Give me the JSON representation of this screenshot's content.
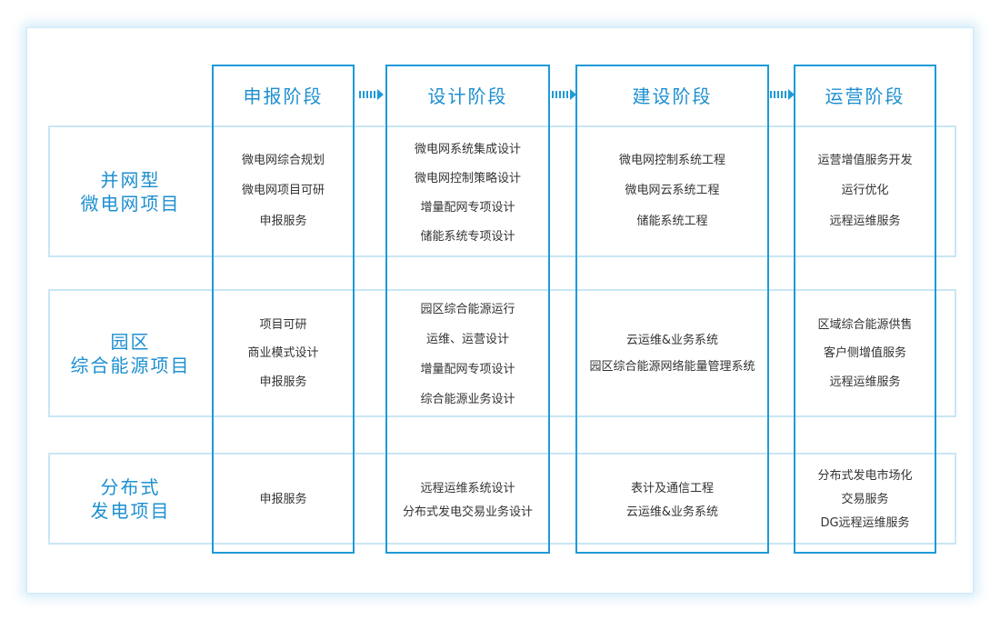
{
  "colors": {
    "accent": "#1e9ad8",
    "label_text": "#1d8fd0",
    "band_border": "#c9e6f4",
    "body_text": "#333333"
  },
  "stages": [
    {
      "title": "申报阶段"
    },
    {
      "title": "设计阶段"
    },
    {
      "title": "建设阶段"
    },
    {
      "title": "运营阶段"
    }
  ],
  "rows": [
    {
      "label_line1": "并网型",
      "label_line2": "微电网项目",
      "cells": [
        [
          "微电网综合规划",
          "微电网项目可研",
          "申报服务"
        ],
        [
          "微电网系统集成设计",
          "微电网控制策略设计",
          "增量配网专项设计",
          "储能系统专项设计"
        ],
        [
          "微电网控制系统工程",
          "微电网云系统工程",
          "储能系统工程"
        ],
        [
          "运营增值服务开发",
          "运行优化",
          "远程运维服务"
        ]
      ]
    },
    {
      "label_line1": "园区",
      "label_line2": "综合能源项目",
      "cells": [
        [
          "项目可研",
          "商业模式设计",
          "申报服务"
        ],
        [
          "园区综合能源运行",
          "运维、运营设计",
          "增量配网专项设计",
          "综合能源业务设计"
        ],
        [
          "云运维&业务系统",
          "园区综合能源网络能量管理系统"
        ],
        [
          "区域综合能源供售",
          "客户侧增值服务",
          "远程运维服务"
        ]
      ]
    },
    {
      "label_line1": "分布式",
      "label_line2": "发电项目",
      "cells": [
        [
          "申报服务"
        ],
        [
          "远程运维系统设计",
          "分布式发电交易业务设计"
        ],
        [
          "表计及通信工程",
          "云运维&业务系统"
        ],
        [
          "分布式发电市场化",
          "交易服务",
          "DG远程运维服务"
        ]
      ]
    }
  ]
}
